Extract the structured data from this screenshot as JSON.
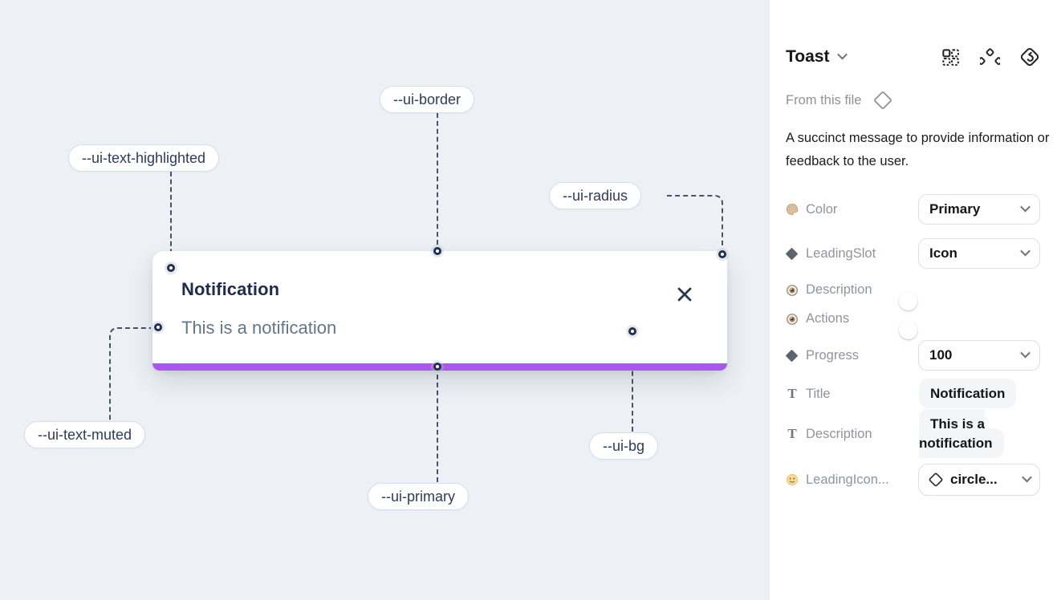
{
  "canvas": {
    "toast": {
      "title": "Notification",
      "description": "This is a notification"
    },
    "annotations": {
      "border": {
        "label": "--ui-border"
      },
      "text_highlighted": {
        "label": "--ui-text-highlighted"
      },
      "radius": {
        "label": "--ui-radius"
      },
      "text_muted": {
        "label": "--ui-text-muted"
      },
      "primary": {
        "label": "--ui-primary"
      },
      "bg": {
        "label": "--ui-bg"
      }
    }
  },
  "panel": {
    "component_name": "Toast",
    "source_label": "From this file",
    "description": "A succinct message to provide information or feedback to the user.",
    "properties": {
      "color": {
        "label": "Color",
        "value": "Primary"
      },
      "leading_slot": {
        "label": "LeadingSlot",
        "value": "Icon"
      },
      "description_toggle": {
        "label": "Description",
        "state": "on"
      },
      "actions_toggle": {
        "label": "Actions",
        "state": "on"
      },
      "progress": {
        "label": "Progress",
        "value": "100"
      },
      "title": {
        "label": "Title",
        "value": "Notification"
      },
      "description_text": {
        "label": "Description",
        "value": "This is a notification"
      },
      "leading_icon": {
        "label": "LeadingIcon...",
        "value": "circle..."
      }
    },
    "icons": {
      "text_glyph": "T"
    }
  },
  "colors": {
    "canvas_bg": "#edf1f6",
    "toast_primary_bar": "#a857f0",
    "toggle_on": "#1e9bf2",
    "annotation_text": "#2e3c58",
    "toast_title_text": "#212d4a",
    "toast_muted_text": "#64758c"
  }
}
